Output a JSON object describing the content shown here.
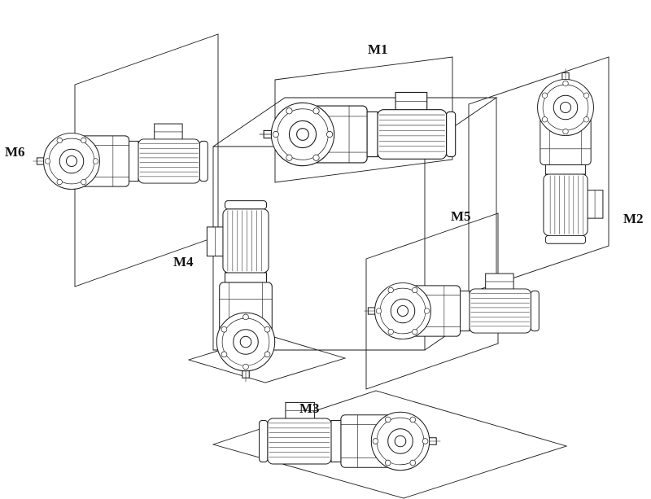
{
  "colors": {
    "ink": "#1a1a1a",
    "background": "#ffffff"
  },
  "labels": {
    "m1": "M1",
    "m2": "M2",
    "m3": "M3",
    "m4": "M4",
    "m5": "M5",
    "m6": "M6"
  }
}
